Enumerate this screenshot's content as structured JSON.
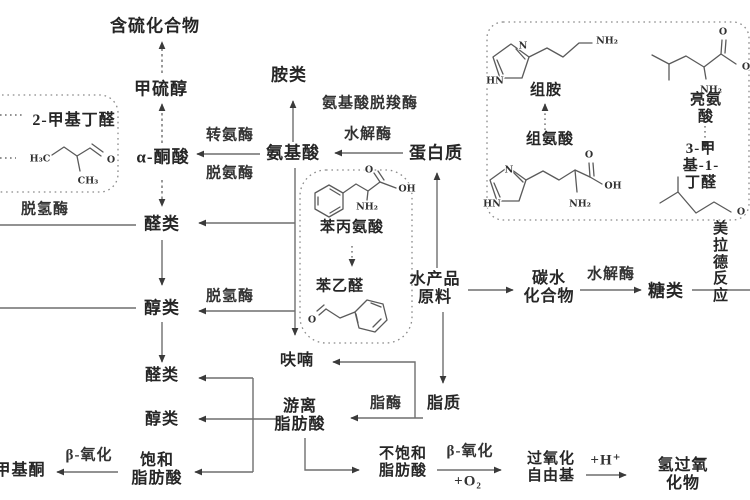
{
  "diagram": {
    "background": "#ffffff",
    "line_color": "#6f6f6f",
    "text_color": "#262626",
    "nodes": {
      "sulfur_compounds": "含硫化合物",
      "methanethiol": "甲硫醇",
      "alpha_keto_acid": "α-酮酸",
      "aldehydes_a": "醛类",
      "alcohols_a": "醇类",
      "aldehydes_b": "醛类",
      "alcohols_b": "醇类",
      "saturated_fatty_acid": "饱和\n脂肪酸",
      "methyl_ketone": "甲基酮",
      "amines": "胺类",
      "amino_acid": "氨基酸",
      "protein": "蛋白质",
      "aquatic_raw_material": "水产品\n原料",
      "carbohydrate": "碳水\n化合物",
      "sugars": "糖类",
      "maillard_reaction": "美拉德\n反应",
      "furan": "呋喃",
      "free_fatty_acid": "游离\n脂肪酸",
      "lipids": "脂质",
      "unsaturated_fatty_acid": "不饱和\n脂肪酸",
      "peroxide_radical": "过氧化\n自由基",
      "hydroperoxide": "氢过氧化物",
      "phenylalanine": "苯丙氨酸",
      "phenylacetaldehyde": "苯乙醛",
      "methylbutanal_2": "2-甲基丁醛",
      "histamine": "组胺",
      "histidine": "组氨酸",
      "leucine": "亮氨酸",
      "methylbutanal_3": "3-甲基-1-丁醛"
    },
    "enzymes": {
      "transaminase": "转氨酶",
      "deaminase": "脱氨酶",
      "amino_acid_decarboxylase": "氨基酸脱羧酶",
      "hydrolase_protein": "水解酶",
      "hydrolase_sugar": "水解酶",
      "dehydrogenase_a": "脱氢酶",
      "dehydrogenase_b": "脱氢酶",
      "lipase": "脂酶",
      "beta_oxidation_a": "β-氧化",
      "beta_oxidation_b": "β-氧化",
      "plus_o2": "+O₂",
      "plus_h": "+H⁺"
    },
    "atoms": {
      "h3c": "H₃C",
      "ch3": "CH₃",
      "o": "O",
      "oh": "OH",
      "nh2": "NH₂",
      "hn": "HN",
      "n": "N"
    }
  }
}
